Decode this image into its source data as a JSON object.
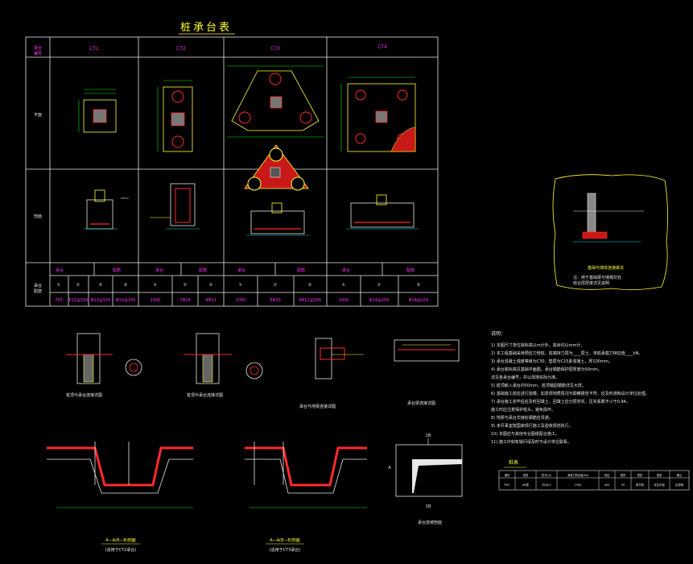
{
  "title": "桩承台表",
  "table": {
    "header_corner": "承台\n编号",
    "columns": [
      "CT1",
      "CT2",
      "CT3",
      "CT4"
    ],
    "row_plan": "平面",
    "row_section": "剖面",
    "row_rebar": "承台\n配筋",
    "rebar_cells": [
      "承台",
      "配筋",
      "承台",
      "配筋",
      "承台",
      "配筋",
      "承台",
      "配筋"
    ],
    "rebar_subrow": [
      "h",
      "①",
      "②",
      "③",
      "h",
      "①",
      "②",
      "h",
      "①",
      "②",
      "h",
      "①",
      "②"
    ],
    "rebar_values": [
      "750",
      "Φ12@150",
      "Φ12@150",
      "Φ12@150",
      "1000",
      "7Φ16",
      "4Φ12",
      "1000",
      "6Φ20",
      "4Φ12@200",
      "1000",
      "Φ14@150",
      "Φ14@150"
    ]
  },
  "detail_box": {
    "caption": "基础与墙体连接做法",
    "note": "注：用于基础梁与墙相交处\n结合层厚度详见说明"
  },
  "bottom_details": [
    {
      "caption": "桩顶与承台连接详图"
    },
    {
      "caption": "桩顶与承台连接详图"
    },
    {
      "caption": "承台与地梁连接详图"
    },
    {
      "caption": "承台梁连接详图"
    }
  ],
  "section_labels": [
    {
      "title": "A—A(B—B)剖面",
      "sub": "(适用于CT2承台)"
    },
    {
      "title": "A—A(B—B)剖面",
      "sub": "(适用于CT3承台)"
    }
  ],
  "small_sec": {
    "top": "1B",
    "bottom": "1B",
    "left": "A",
    "caption": "承台放坡剖面"
  },
  "notes": {
    "heading": "说明：",
    "lines": [
      "1) 本图尺寸单位除标高以m计外，其余均以mm计。",
      "2) 本工程基础采用预应力管桩，桩端持力层为____层土，单桩承载力特征值____kN。",
      "3) 承台混凝土强度等级为C30，垫层为C15素混凝土，厚100mm。",
      "4) 承台底标高见基础平面图，承台钢筋保护层厚度为50mm。",
      "   详见各承台编号，并以现场实际为准。",
      "5) 桩顶嵌入承台内50mm，桩顶锚固钢筋详见大样。",
      "6) 基础施工前应进行验槽，如发现地质情况与勘察报告不符，应及时通知设计单位处理。",
      "7) 承台施工完毕后应及时回填土，回填土应分层夯实，压实系数不小于0.94。",
      "   施工时应注意保护桩头，避免损坏。",
      "8) 地梁与承台交接处钢筋应贯通。",
      "9) 未尽事宜按国家现行施工及验收规范执行。",
      "10) 本图应与其他专业图纸配合施工。",
      "11) 施工中如有疑问请及时与设计单位联系。"
    ]
  },
  "pile_table": {
    "title": "桩表",
    "header": [
      "编号",
      "桩型",
      "桩长(m)",
      "承载力特征值(kN)",
      "桩径",
      "壁厚",
      "配桩",
      "数量",
      "备注"
    ],
    "row": [
      "PHC",
      "AB型",
      "约26.0",
      "1500",
      "400",
      "95",
      "单节桩",
      "详见平面",
      "见说明"
    ]
  },
  "colors": {
    "line_white": "#e8e8e8",
    "frame_yellow": "#ffff33",
    "red": "#ff2a2a",
    "green": "#00ee00",
    "cyan": "#00e0e0",
    "magenta": "#ff33ff",
    "blue": "#3366ff"
  }
}
